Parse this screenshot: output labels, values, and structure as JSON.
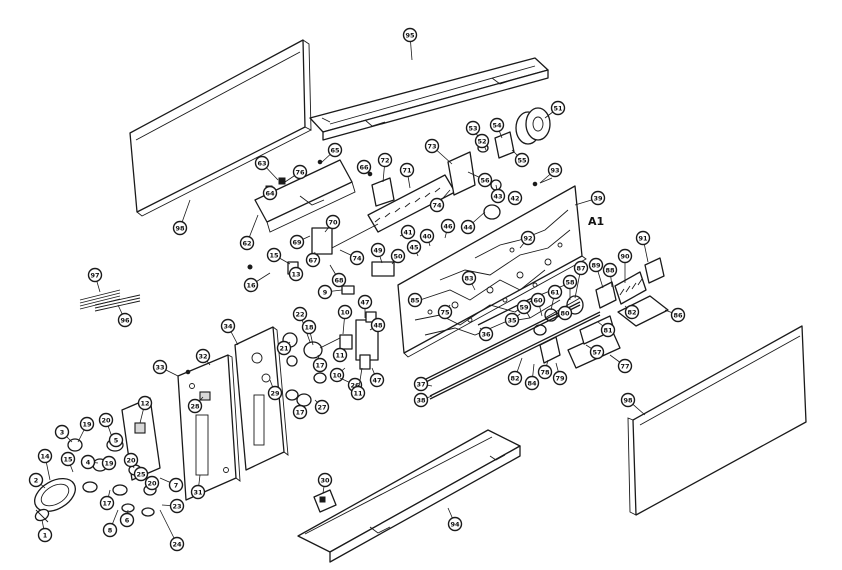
{
  "board_label": "A1",
  "callouts": [
    {
      "id": "c95",
      "label": "95"
    },
    {
      "id": "c51",
      "label": "51"
    },
    {
      "id": "c53",
      "label": "53"
    },
    {
      "id": "c54",
      "label": "54"
    },
    {
      "id": "c52",
      "label": "52"
    },
    {
      "id": "c55",
      "label": "55"
    },
    {
      "id": "c63",
      "label": "63"
    },
    {
      "id": "c65",
      "label": "65"
    },
    {
      "id": "c66",
      "label": "66"
    },
    {
      "id": "c72",
      "label": "72"
    },
    {
      "id": "c73",
      "label": "73"
    },
    {
      "id": "c56",
      "label": "56"
    },
    {
      "id": "c93",
      "label": "93"
    },
    {
      "id": "c64",
      "label": "64"
    },
    {
      "id": "c76",
      "label": "76"
    },
    {
      "id": "c71",
      "label": "71"
    },
    {
      "id": "c43",
      "label": "43"
    },
    {
      "id": "c39",
      "label": "39"
    },
    {
      "id": "c98a",
      "label": "98"
    },
    {
      "id": "c74a",
      "label": "74"
    },
    {
      "id": "c42",
      "label": "42"
    },
    {
      "id": "c62",
      "label": "62"
    },
    {
      "id": "c70",
      "label": "70"
    },
    {
      "id": "c44",
      "label": "44"
    },
    {
      "id": "c41",
      "label": "41"
    },
    {
      "id": "c69",
      "label": "69"
    },
    {
      "id": "c40",
      "label": "40"
    },
    {
      "id": "c46",
      "label": "46"
    },
    {
      "id": "c92",
      "label": "92"
    },
    {
      "id": "c91",
      "label": "91"
    },
    {
      "id": "c15",
      "label": "15"
    },
    {
      "id": "c45",
      "label": "45"
    },
    {
      "id": "c49",
      "label": "49"
    },
    {
      "id": "c74b",
      "label": "74"
    },
    {
      "id": "c67",
      "label": "67"
    },
    {
      "id": "c50",
      "label": "50"
    },
    {
      "id": "c90",
      "label": "90"
    },
    {
      "id": "c97",
      "label": "97"
    },
    {
      "id": "c13",
      "label": "13"
    },
    {
      "id": "c16",
      "label": "16"
    },
    {
      "id": "c68",
      "label": "68"
    },
    {
      "id": "c83",
      "label": "83"
    },
    {
      "id": "c87",
      "label": "87"
    },
    {
      "id": "c89",
      "label": "89"
    },
    {
      "id": "c88",
      "label": "88"
    },
    {
      "id": "c9",
      "label": "9"
    },
    {
      "id": "c58",
      "label": "58"
    },
    {
      "id": "c61",
      "label": "61"
    },
    {
      "id": "c60",
      "label": "60"
    },
    {
      "id": "c85",
      "label": "85"
    },
    {
      "id": "c47a",
      "label": "47"
    },
    {
      "id": "c86",
      "label": "86"
    },
    {
      "id": "c96",
      "label": "96"
    },
    {
      "id": "c22",
      "label": "22"
    },
    {
      "id": "c10",
      "label": "10"
    },
    {
      "id": "c48",
      "label": "48"
    },
    {
      "id": "c75",
      "label": "75"
    },
    {
      "id": "c59",
      "label": "59"
    },
    {
      "id": "c82",
      "label": "82"
    },
    {
      "id": "c34",
      "label": "34"
    },
    {
      "id": "c18",
      "label": "18"
    },
    {
      "id": "c35",
      "label": "35"
    },
    {
      "id": "c80",
      "label": "80"
    },
    {
      "id": "c36",
      "label": "36"
    },
    {
      "id": "c21",
      "label": "21"
    },
    {
      "id": "c11a",
      "label": "11"
    },
    {
      "id": "c81",
      "label": "81"
    },
    {
      "id": "c57",
      "label": "57"
    },
    {
      "id": "c32",
      "label": "32"
    },
    {
      "id": "c17a",
      "label": "17"
    },
    {
      "id": "c10b",
      "label": "10"
    },
    {
      "id": "c47b",
      "label": "47"
    },
    {
      "id": "c78",
      "label": "78"
    },
    {
      "id": "c79",
      "label": "79"
    },
    {
      "id": "c77",
      "label": "77"
    },
    {
      "id": "c33",
      "label": "33"
    },
    {
      "id": "c26",
      "label": "26"
    },
    {
      "id": "c11b",
      "label": "11"
    },
    {
      "id": "c82b",
      "label": "82"
    },
    {
      "id": "c84",
      "label": "84"
    },
    {
      "id": "c29",
      "label": "29"
    },
    {
      "id": "c37",
      "label": "37"
    },
    {
      "id": "c28",
      "label": "28"
    },
    {
      "id": "c17b",
      "label": "17"
    },
    {
      "id": "c27",
      "label": "27"
    },
    {
      "id": "c38",
      "label": "38"
    },
    {
      "id": "c12",
      "label": "12"
    },
    {
      "id": "c98b",
      "label": "98"
    },
    {
      "id": "c19",
      "label": "19"
    },
    {
      "id": "c20a",
      "label": "20"
    },
    {
      "id": "c3",
      "label": "3"
    },
    {
      "id": "c5",
      "label": "5"
    },
    {
      "id": "c14",
      "label": "14"
    },
    {
      "id": "c4",
      "label": "4"
    },
    {
      "id": "c15b",
      "label": "15"
    },
    {
      "id": "c19b",
      "label": "19"
    },
    {
      "id": "c20b",
      "label": "20"
    },
    {
      "id": "c25",
      "label": "25"
    },
    {
      "id": "c7",
      "label": "7"
    },
    {
      "id": "c2",
      "label": "2"
    },
    {
      "id": "c17c",
      "label": "17"
    },
    {
      "id": "c20c",
      "label": "20"
    },
    {
      "id": "c31",
      "label": "31"
    },
    {
      "id": "c6",
      "label": "6"
    },
    {
      "id": "c23",
      "label": "23"
    },
    {
      "id": "c30",
      "label": "30"
    },
    {
      "id": "c8",
      "label": "8"
    },
    {
      "id": "c24",
      "label": "24"
    },
    {
      "id": "c1",
      "label": "1"
    },
    {
      "id": "c94",
      "label": "94"
    }
  ]
}
